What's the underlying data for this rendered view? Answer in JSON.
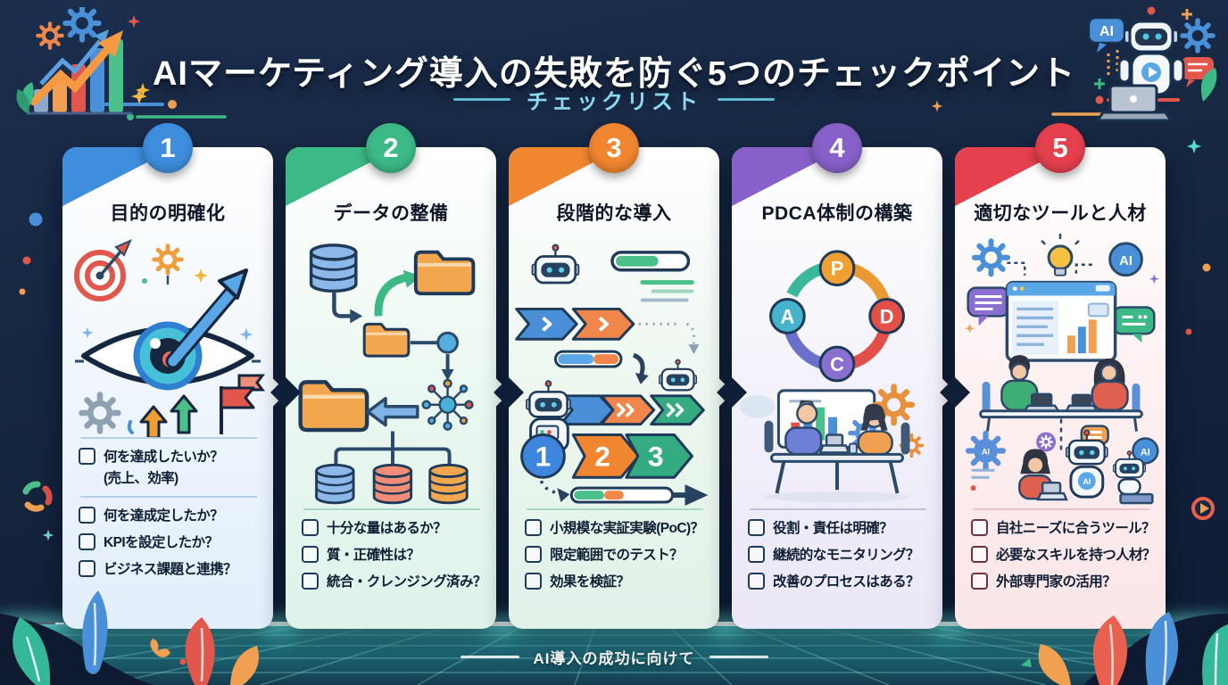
{
  "header": {
    "title": "AIマーケティング導入の失敗を防ぐ5つのチェックポイント",
    "subtitle": "チェックリスト"
  },
  "footer": {
    "label": "AI導入の成功に向けて"
  },
  "decor": {
    "robot_bubble": "AI"
  },
  "palette": {
    "background": "#14243f",
    "subtitle_accent": "#8fd9f0",
    "footer_teal": "#2f9aa0",
    "card_accents": [
      "#3e8edd",
      "#3cb985",
      "#f0862f",
      "#8761c9",
      "#e4404d"
    ]
  },
  "cards": [
    {
      "number": "1",
      "accent": "#3e8edd",
      "title": "目的の明確化",
      "items": [
        {
          "text": "何を達成したいか？",
          "sub": "(売上、効率)"
        },
        {
          "text": "何を達成定したか？"
        },
        {
          "text": "KPIを設定したか？"
        },
        {
          "text": "ビジネス課題と連携？"
        }
      ]
    },
    {
      "number": "2",
      "accent": "#3cb985",
      "title": "データの整備",
      "items": [
        {
          "text": "十分な量はあるか？"
        },
        {
          "text": "質・正確性は？"
        },
        {
          "text": "統合・クレンジング済み？"
        }
      ]
    },
    {
      "number": "3",
      "accent": "#f0862f",
      "title": "段階的な導入",
      "steps": [
        "1",
        "2",
        "3"
      ],
      "items": [
        {
          "text": "小規模な実証実験(PoC)？"
        },
        {
          "text": "限定範囲でのテスト？"
        },
        {
          "text": "効果を検証？"
        }
      ]
    },
    {
      "number": "4",
      "accent": "#8761c9",
      "title": "PDCA体制の構築",
      "pdca": [
        "P",
        "D",
        "C",
        "A"
      ],
      "items": [
        {
          "text": "役割・責任は明確？"
        },
        {
          "text": "継続的なモニタリング？"
        },
        {
          "text": "改善のプロセスはある？"
        }
      ]
    },
    {
      "number": "5",
      "accent": "#e4404d",
      "title": "適切なツールと人材",
      "ai_label": "AI",
      "items": [
        {
          "text": "自社ニーズに合うツール？"
        },
        {
          "text": "必要なスキルを持つ人材？"
        },
        {
          "text": "外部専門家の活用？"
        }
      ]
    }
  ]
}
